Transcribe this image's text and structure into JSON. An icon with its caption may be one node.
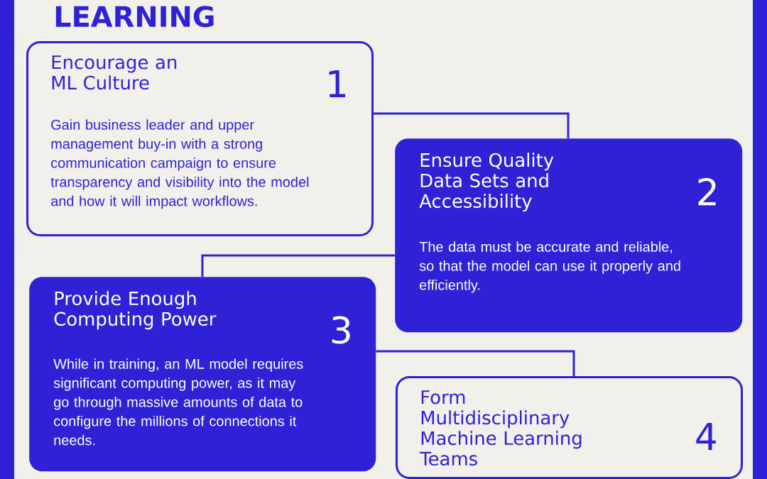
{
  "diagram": {
    "title": "LEARNING",
    "nodes": [
      {
        "text": [
          "Encourage an ML Culture",
          "1",
          "Gain business leader and upper management buy-in with a strong communication campaign to ensure transparency and visibility into the model and how it will impact workflows."
        ]
      },
      {
        "text": [
          "Ensure Quality Data Sets and Accessibility",
          "2",
          "The data must be accurate and reliable, so that the model can use it properly and efficiently."
        ]
      },
      {
        "text": [
          "Provide Enough Computing Power",
          "3",
          "While in training, an ML model requires significant computing power, as it may go through massive amounts of data to configure the millions of connections it needs."
        ]
      },
      {
        "text": [
          "Form Multidisciplinary Machine Learning Teams",
          "4"
        ]
      }
    ],
    "edges": [
      {
        "from": 0,
        "to": 1,
        "arrow": "none"
      },
      {
        "from": 1,
        "to": 2,
        "arrow": "none"
      },
      {
        "from": 2,
        "to": 3,
        "arrow": "none"
      }
    ]
  }
}
